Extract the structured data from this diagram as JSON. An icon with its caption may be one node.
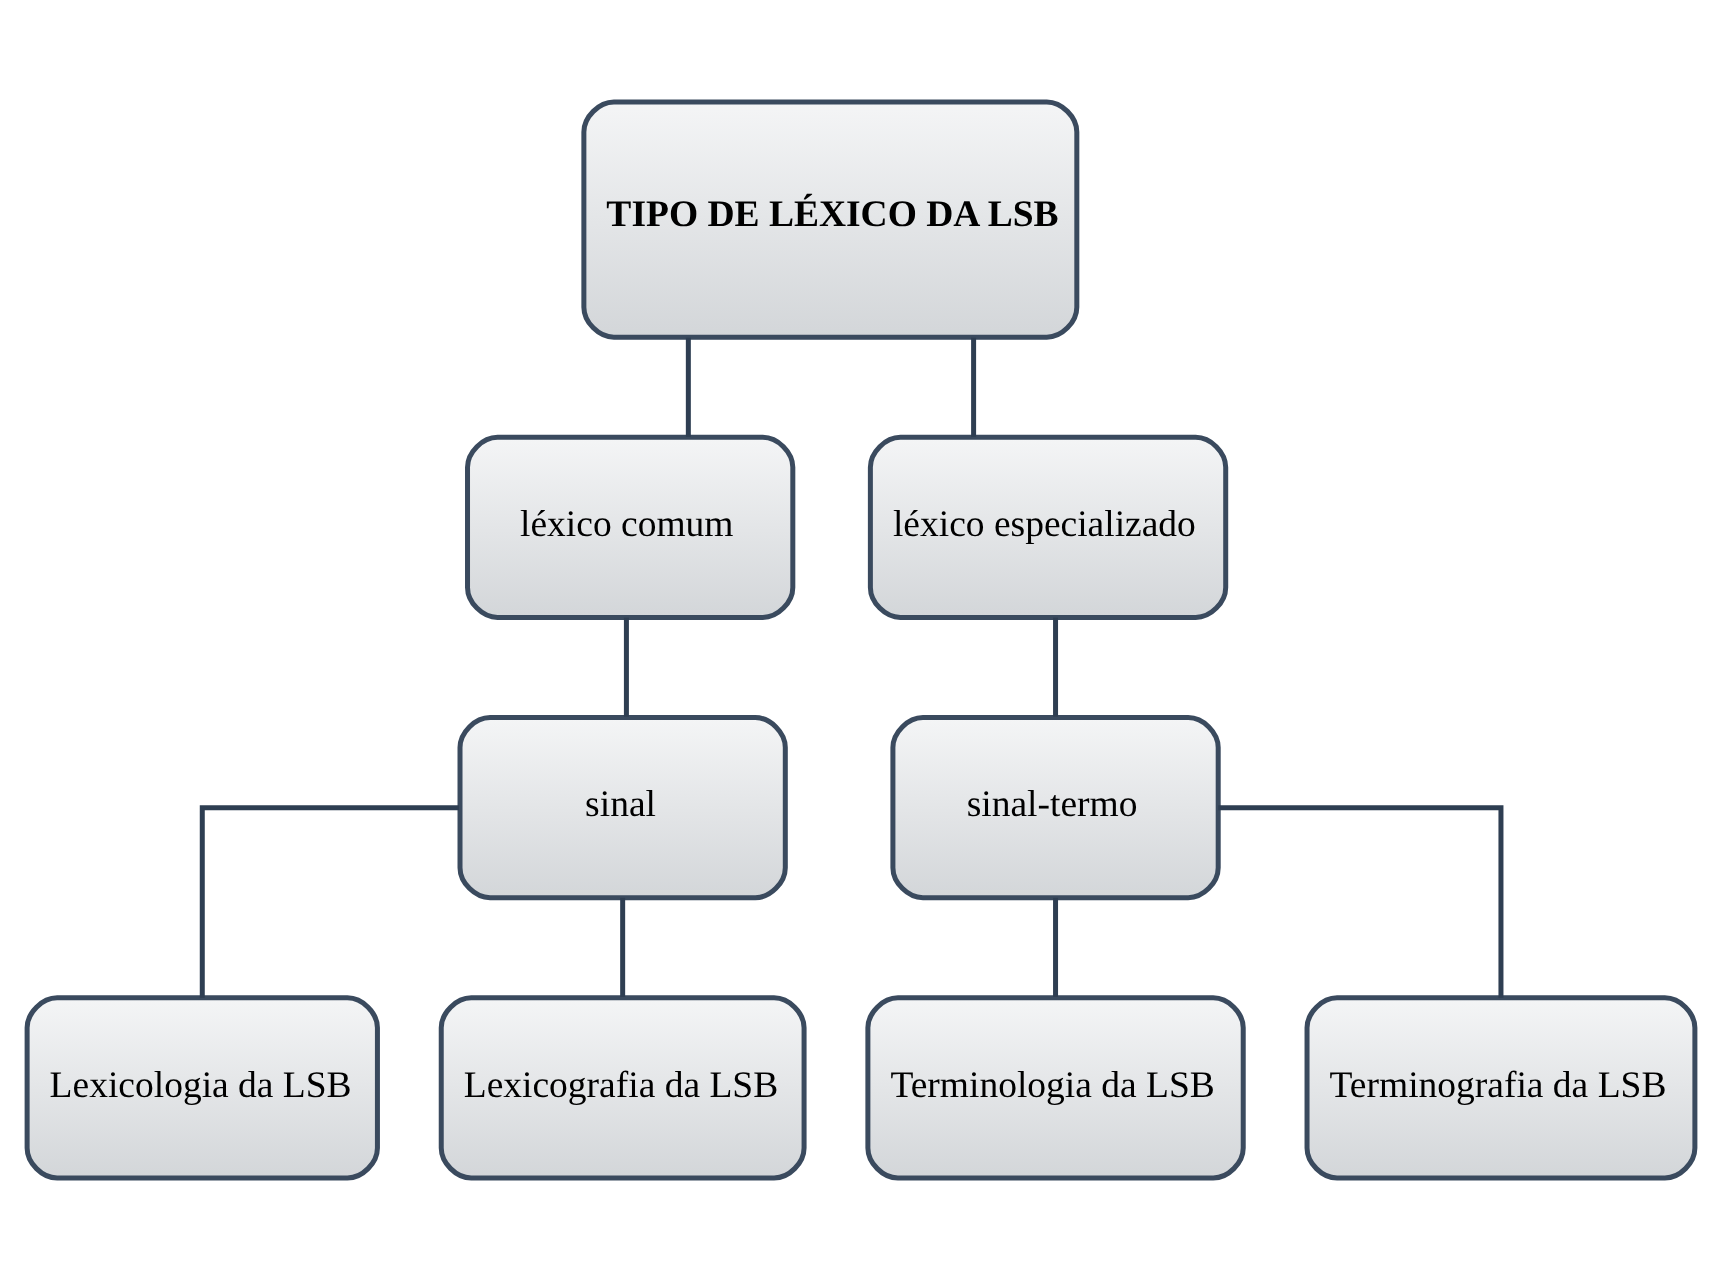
{
  "diagram": {
    "nodes": [
      {
        "text": [
          "TIPO DE LÉXICO DA LSB"
        ]
      },
      {
        "text": [
          "léxico comum"
        ]
      },
      {
        "text": [
          "léxico especializado"
        ]
      },
      {
        "text": [
          "sinal"
        ]
      },
      {
        "text": [
          "sinal-termo"
        ]
      },
      {
        "text": [
          "Lexicologia da LSB"
        ]
      },
      {
        "text": [
          "Lexicografia da LSB"
        ]
      },
      {
        "text": [
          "Terminologia da LSB"
        ]
      },
      {
        "text": [
          "Terminografia da LSB"
        ]
      }
    ],
    "edges": [
      {
        "from": 0,
        "to": 1,
        "arrow": "none"
      },
      {
        "from": 0,
        "to": 2,
        "arrow": "none"
      },
      {
        "from": 1,
        "to": 3,
        "arrow": "none"
      },
      {
        "from": 2,
        "to": 4,
        "arrow": "none"
      },
      {
        "from": 3,
        "to": 5,
        "arrow": "none"
      },
      {
        "from": 3,
        "to": 6,
        "arrow": "none"
      },
      {
        "from": 4,
        "to": 7,
        "arrow": "none"
      },
      {
        "from": 4,
        "to": 8,
        "arrow": "none"
      }
    ]
  }
}
